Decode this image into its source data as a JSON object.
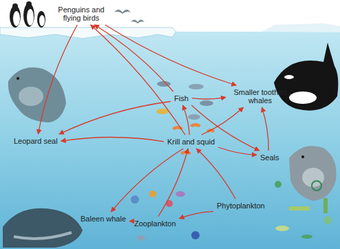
{
  "diagram": {
    "nodes": [
      {
        "text": [
          "Penguins and flying birds"
        ]
      },
      {
        "text": [
          "Fish"
        ]
      },
      {
        "text": [
          "Smaller toothed whales"
        ]
      },
      {
        "text": [
          "Leopard seal"
        ]
      },
      {
        "text": [
          "Krill and squid"
        ]
      },
      {
        "text": [
          "Seals"
        ]
      },
      {
        "text": [
          "Baleen whale"
        ]
      },
      {
        "text": [
          "Zooplankton"
        ]
      },
      {
        "text": [
          "Phytoplankton"
        ]
      }
    ],
    "edges": [
      {
        "from": 8,
        "to": 7,
        "arrow": "to"
      },
      {
        "from": 8,
        "to": 4,
        "arrow": "to"
      },
      {
        "from": 7,
        "to": 6,
        "arrow": "to"
      },
      {
        "from": 7,
        "to": 4,
        "arrow": "to"
      },
      {
        "from": 4,
        "to": 6,
        "arrow": "to"
      },
      {
        "from": 4,
        "to": 1,
        "arrow": "to"
      },
      {
        "from": 4,
        "to": 3,
        "arrow": "to"
      },
      {
        "from": 4,
        "to": 5,
        "arrow": "to"
      },
      {
        "from": 4,
        "to": 0,
        "arrow": "to"
      },
      {
        "from": 4,
        "to": 2,
        "arrow": "to"
      },
      {
        "from": 1,
        "to": 0,
        "arrow": "to"
      },
      {
        "from": 1,
        "to": 3,
        "arrow": "to"
      },
      {
        "from": 1,
        "to": 5,
        "arrow": "to"
      },
      {
        "from": 1,
        "to": 2,
        "arrow": "to"
      },
      {
        "from": 0,
        "to": 3,
        "arrow": "to"
      },
      {
        "from": 0,
        "to": 2,
        "arrow": "to"
      },
      {
        "from": 5,
        "to": 2,
        "arrow": "to"
      }
    ]
  }
}
